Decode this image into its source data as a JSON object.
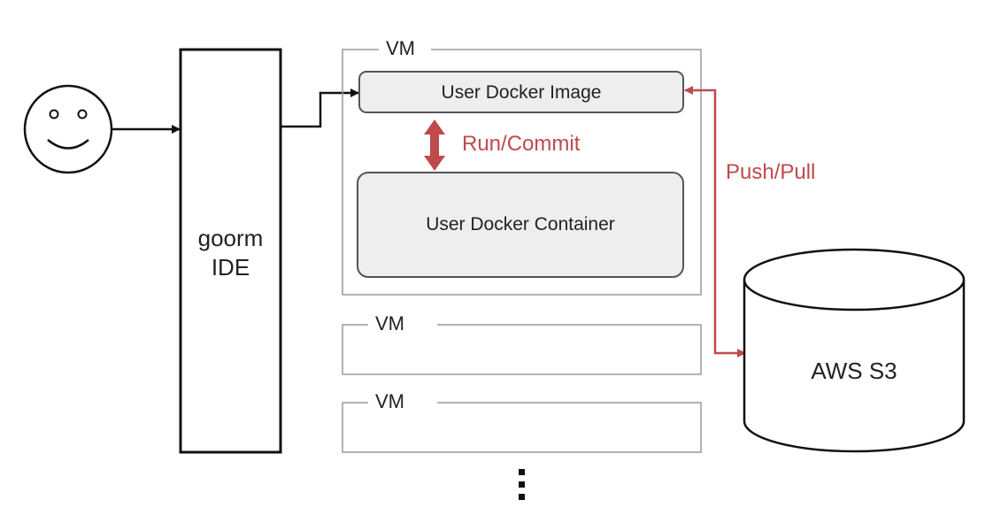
{
  "user": {
    "icon": "smiley-face-icon"
  },
  "ide": {
    "line1": "goorm",
    "line2": "IDE"
  },
  "vms": [
    {
      "label": "VM"
    },
    {
      "label": "VM"
    },
    {
      "label": "VM"
    }
  ],
  "docker_image": {
    "label": "User Docker Image"
  },
  "docker_container": {
    "label": "User Docker Container"
  },
  "run_commit": {
    "label": "Run/Commit"
  },
  "push_pull": {
    "label": "Push/Pull"
  },
  "storage": {
    "label": "AWS S3",
    "icon": "database-cylinder-icon"
  },
  "more": {
    "icon": "vertical-ellipsis-icon"
  },
  "colors": {
    "accent": "#c0494b",
    "box_fill": "#eeeeee",
    "line": "#111111",
    "vm_border": "#9a9a9a"
  }
}
